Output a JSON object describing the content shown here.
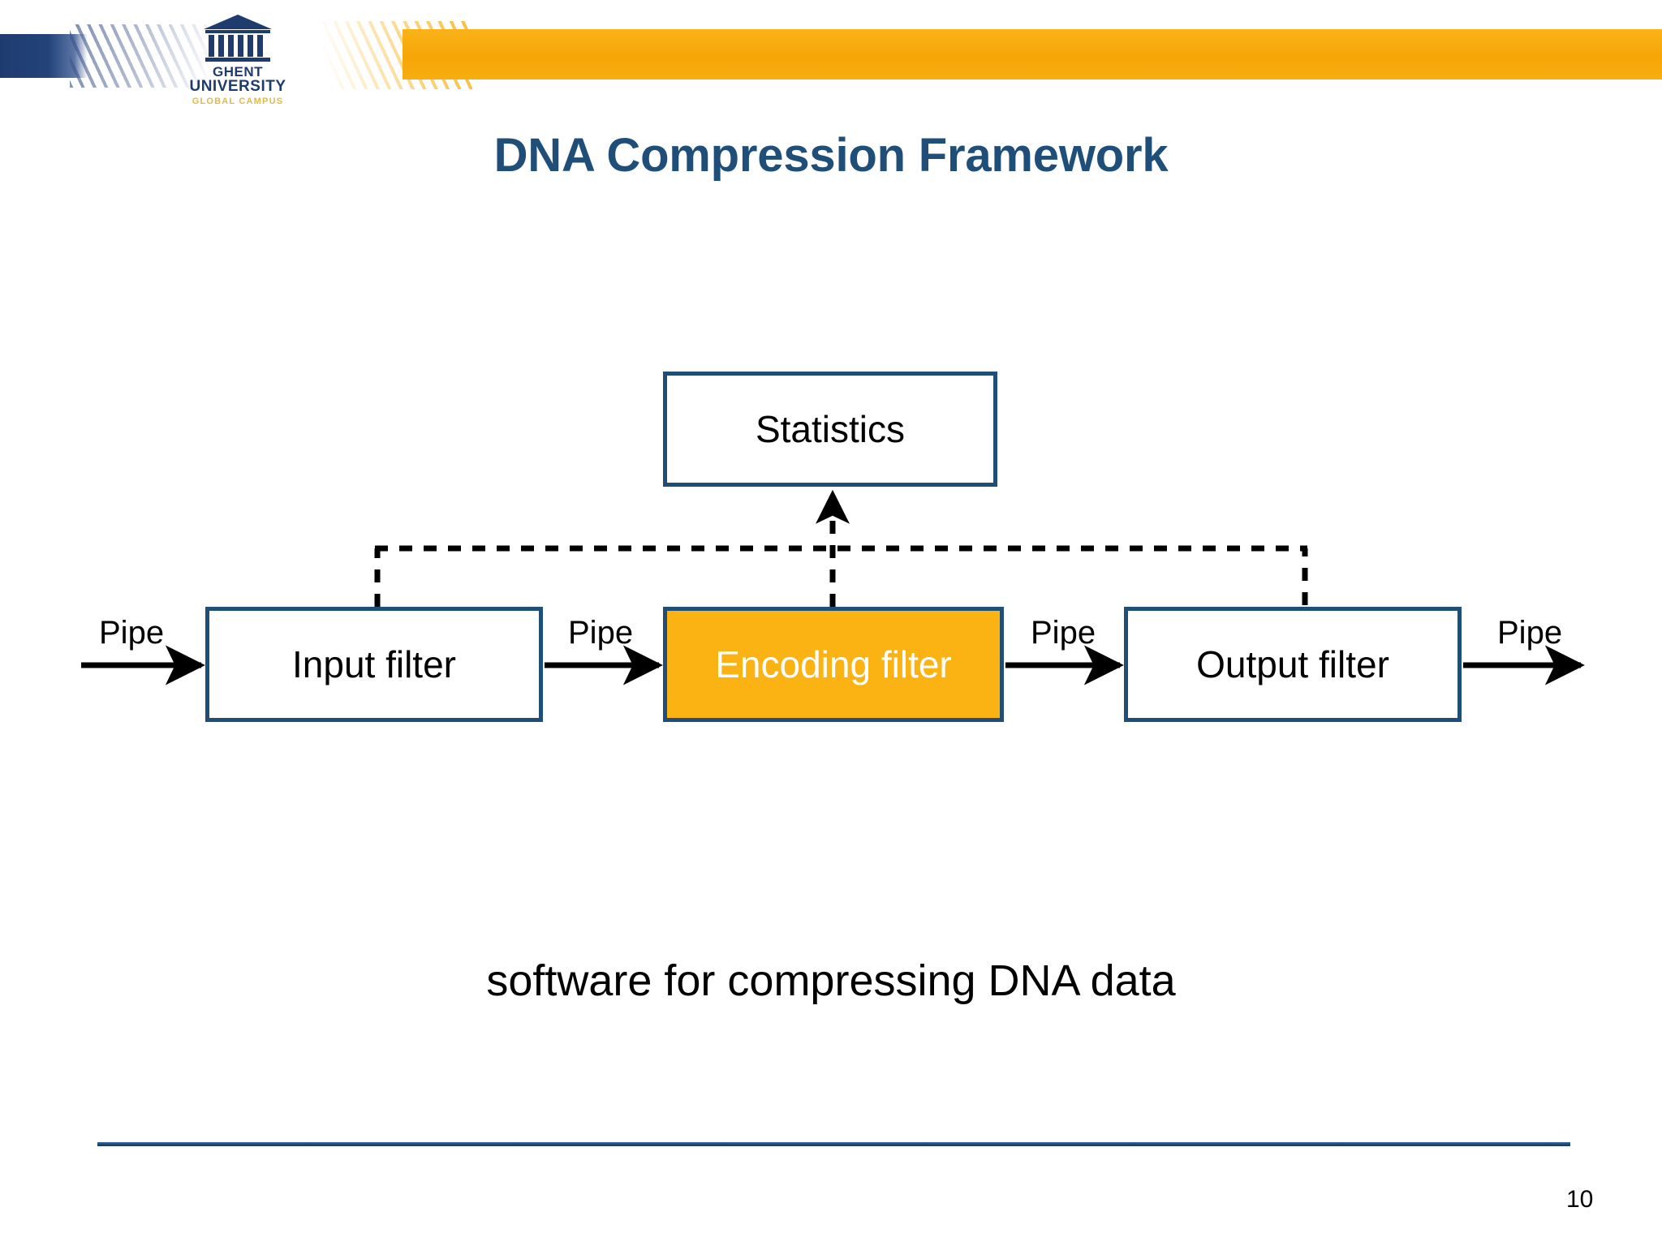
{
  "slide": {
    "title": "DNA Compression Framework",
    "caption": "software for compressing DNA data",
    "page_number": "10"
  },
  "brand": {
    "logo_line1": "GHENT",
    "logo_line2": "UNIVERSITY",
    "logo_line3": "GLOBAL CAMPUS",
    "navy": "#1F4E79",
    "orange": "#FBB313",
    "logo_navy": "#1F3C6E",
    "logo_gold": "#E0B84C"
  },
  "diagram": {
    "type": "pipe-and-filter block diagram",
    "boxes": [
      {
        "id": "statistics",
        "label": "Statistics",
        "fill": "#FFFFFF",
        "text_color": "#000000",
        "border": "#1F4E79"
      },
      {
        "id": "input_filter",
        "label": "Input filter",
        "fill": "#FFFFFF",
        "text_color": "#000000",
        "border": "#1F4E79"
      },
      {
        "id": "encoding_filter",
        "label": "Encoding filter",
        "fill": "#FBB313",
        "text_color": "#FFFFFF",
        "border": "#1F4E79"
      },
      {
        "id": "output_filter",
        "label": "Output filter",
        "fill": "#FFFFFF",
        "text_color": "#000000",
        "border": "#1F4E79"
      }
    ],
    "pipes": [
      {
        "id": "pipe_in",
        "label": "Pipe",
        "from": "source",
        "to": "input_filter"
      },
      {
        "id": "pipe_mid1",
        "label": "Pipe",
        "from": "input_filter",
        "to": "encoding_filter"
      },
      {
        "id": "pipe_mid2",
        "label": "Pipe",
        "from": "encoding_filter",
        "to": "output_filter"
      },
      {
        "id": "pipe_out",
        "label": "Pipe",
        "from": "output_filter",
        "to": "sink"
      }
    ],
    "dashed_links": [
      {
        "from": "input_filter",
        "to": "statistics",
        "style": "dashed"
      },
      {
        "from": "encoding_filter",
        "to": "statistics",
        "style": "dashed",
        "arrow": true
      },
      {
        "from": "output_filter",
        "to": "statistics",
        "style": "dashed"
      }
    ]
  }
}
